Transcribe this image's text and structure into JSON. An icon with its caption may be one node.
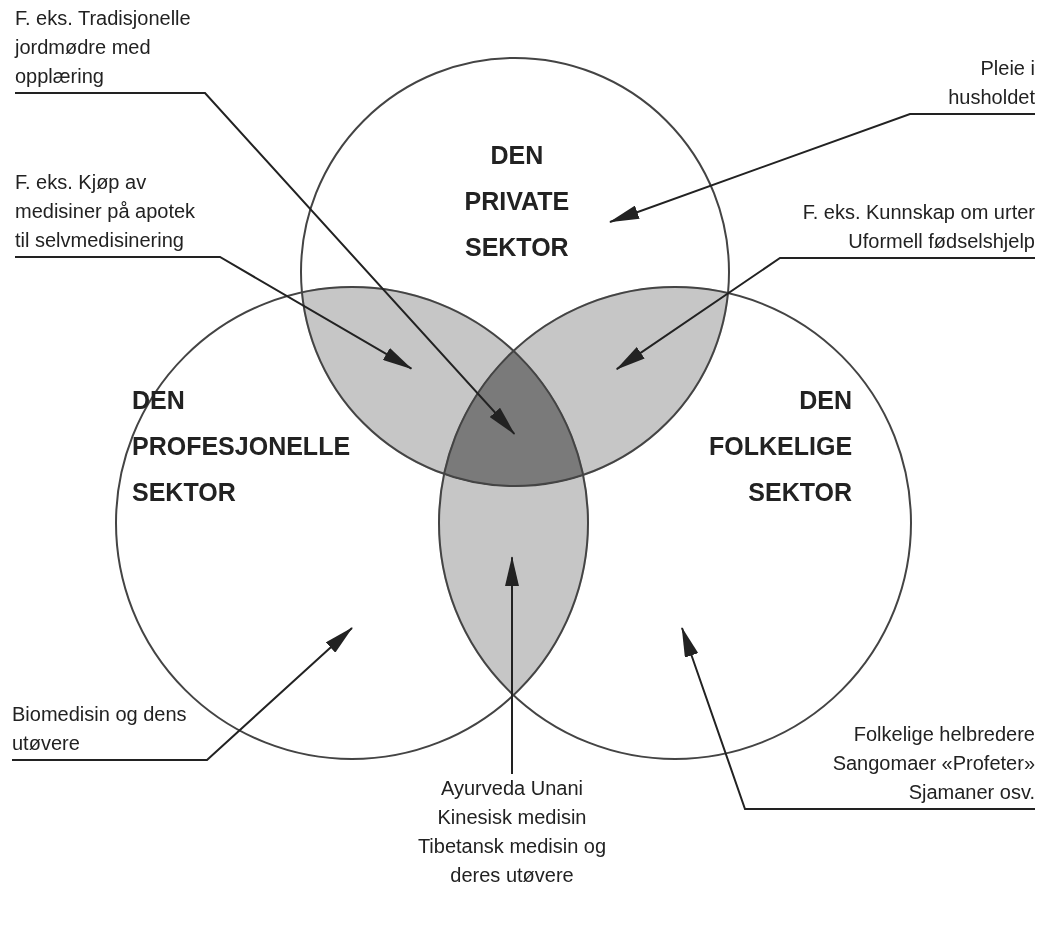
{
  "diagram": {
    "nodes": [
      {
        "text": [
          "DEN PRIVATE SEKTOR"
        ]
      },
      {
        "text": [
          "DEN PROFESJONELLE SEKTOR"
        ]
      },
      {
        "text": [
          "DEN FOLKELIGE SEKTOR"
        ]
      },
      {
        "text": [],
        "shape": "lens"
      },
      {
        "text": [],
        "shape": "lens"
      },
      {
        "text": [],
        "shape": "triangle"
      },
      {
        "text": [],
        "shape": "lens"
      },
      {
        "text": [
          "F. eks. Tradisjonelle jordmødre med opplæring"
        ]
      },
      {
        "text": [
          "F. eks. Kjøp av medisiner på apotek til selvmedisinering"
        ]
      },
      {
        "text": [
          "Pleie i husholdet"
        ]
      },
      {
        "text": [
          "F. eks. Kunnskap om urter Uformell fødselshjelp"
        ]
      },
      {
        "text": [
          "Biomedisin og dens utøvere"
        ]
      },
      {
        "text": [
          "Ayurveda Unani Kinesisk medisin Tibetansk medisin og deres utøvere"
        ]
      },
      {
        "text": [
          "Folkelige helbredere Sangomaer «Profeter» Sjamaner osv."
        ]
      }
    ],
    "edges": [
      {
        "from": 7,
        "to": 5,
        "arrow": "to"
      },
      {
        "from": 8,
        "to": 3,
        "arrow": "to"
      },
      {
        "from": 9,
        "to": 0,
        "arrow": "to"
      },
      {
        "from": 10,
        "to": 4,
        "arrow": "to"
      },
      {
        "from": 11,
        "to": 1,
        "arrow": "to"
      },
      {
        "from": 12,
        "to": 6,
        "arrow": "to"
      },
      {
        "from": 13,
        "to": 2,
        "arrow": "to"
      }
    ]
  }
}
